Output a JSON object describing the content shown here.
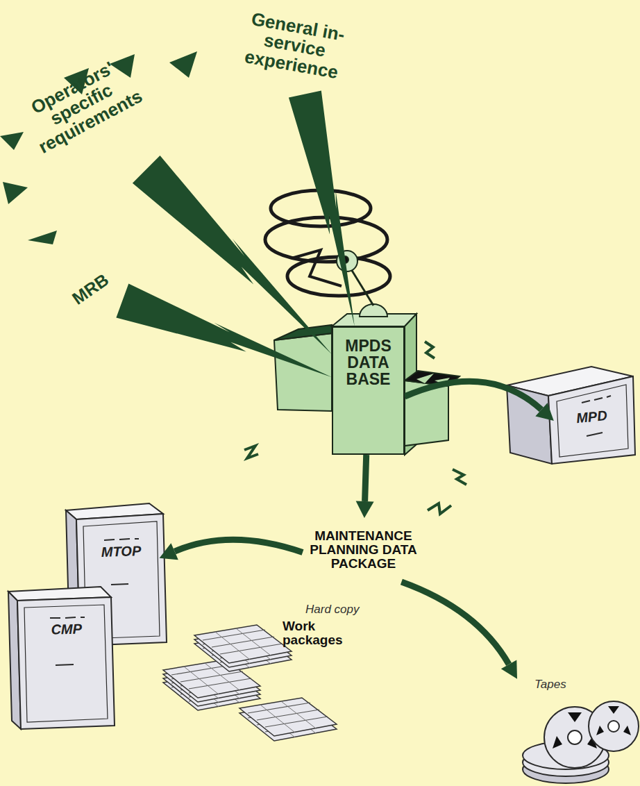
{
  "diagram": {
    "nodes": [
      {
        "text": [
          "General in-service experience"
        ]
      },
      {
        "text": [
          "Operators' specific requirements"
        ]
      },
      {
        "text": [
          "MRB"
        ]
      },
      {
        "text": [
          "MPDS DATA BASE"
        ]
      },
      {
        "text": [
          "MPD"
        ]
      },
      {
        "text": [
          "MAINTENANCE PLANNING DATA PACKAGE"
        ]
      },
      {
        "text": [
          "MTOP"
        ]
      },
      {
        "text": [
          "CMP"
        ]
      },
      {
        "text": [
          "Work packages"
        ]
      },
      {
        "text": [
          "Tapes"
        ]
      }
    ],
    "edges": [
      {
        "from": 0,
        "to": 3,
        "arrow": "to"
      },
      {
        "from": 1,
        "to": 3,
        "arrow": "to"
      },
      {
        "from": 2,
        "to": 3,
        "arrow": "to"
      },
      {
        "from": 3,
        "to": 4,
        "arrow": "to"
      },
      {
        "from": 3,
        "to": 5,
        "arrow": "to"
      },
      {
        "from": 5,
        "to": 6,
        "arrow": "to"
      },
      {
        "from": 5,
        "to": 9,
        "arrow": "to"
      }
    ],
    "labels": [
      "Hard copy"
    ]
  }
}
